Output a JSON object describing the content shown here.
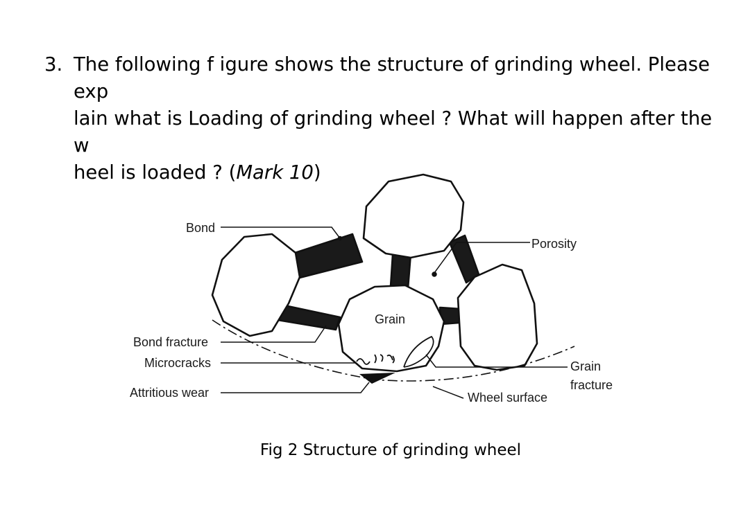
{
  "question": {
    "number": "3.",
    "text_line1": "The following f igure shows the structure of grinding wheel. Please exp",
    "text_line2": "lain what is Loading of grinding wheel ? What will happen after the w",
    "text_line3_pre": "heel is loaded ? (",
    "text_line3_mark": "Mark 10",
    "text_line3_post": ")"
  },
  "figure": {
    "labels": {
      "bond": "Bond",
      "porosity": "Porosity",
      "grain": "Grain",
      "bond_fracture": "Bond fracture",
      "microcracks": "Microcracks",
      "attritious_wear": "Attritious wear",
      "wheel_surface": "Wheel surface",
      "grain_fracture_line1": "Grain",
      "grain_fracture_line2": "fracture"
    },
    "caption": "Fig 2 Structure of grinding wheel"
  }
}
